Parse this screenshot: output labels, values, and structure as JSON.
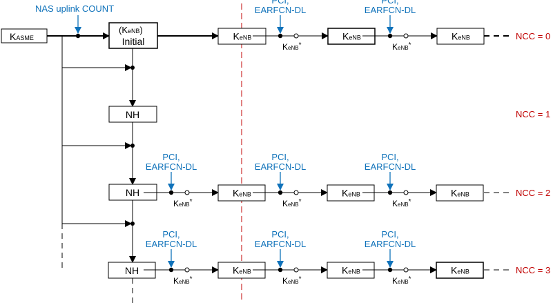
{
  "diagram": {
    "title": "Key handling in handover (KeNB / NH chaining)",
    "colors": {
      "input_label": "#0f72ba",
      "ncc_label": "#c00000",
      "separator": "#c00000",
      "line": "#000000"
    },
    "root": {
      "label_main": "K",
      "label_sub": "ASME"
    },
    "nas_input": "NAS uplink COUNT",
    "initial": {
      "line1_pre": "(K",
      "line1_sub": "eNB",
      "line1_post": ")",
      "line2": "Initial"
    },
    "nh_label": "NH",
    "kenb": {
      "main": "K",
      "sub": "eNB"
    },
    "kenb_star": {
      "main": "K",
      "sub": "eNB",
      "sup": "*"
    },
    "input_pci": "PCI,",
    "input_earfcn": "EARFCN-DL",
    "rows": [
      {
        "ncc": "NCC = 0",
        "start": "initial"
      },
      {
        "ncc": "NCC = 1",
        "start": "nh"
      },
      {
        "ncc": "NCC = 2",
        "start": "nh"
      },
      {
        "ncc": "NCC = 3",
        "start": "nh"
      }
    ]
  }
}
